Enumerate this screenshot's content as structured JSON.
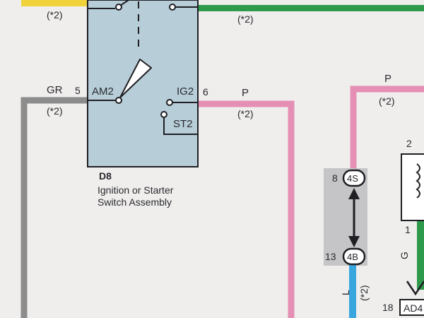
{
  "colors": {
    "paper": "#efeeec",
    "yellow_wire": "#f0d23a",
    "green_wire": "#2f9a4c",
    "gray_wire": "#8c8c8c",
    "pink_wire": "#e58fb4",
    "blue_wire": "#3aa6e0",
    "switch_fill": "#b7cdd8",
    "connector_fill": "#c5c5c7",
    "ink": "#2a2a30"
  },
  "notes": {
    "ref": "(*2)"
  },
  "switch": {
    "id": "D8",
    "name_line1": "Ignition or Starter",
    "name_line2": "Switch Assembly",
    "am2_label": "AM2",
    "ig2_label": "IG2",
    "st2_label": "ST2",
    "pin_am2": "5",
    "pin_ig2": "6"
  },
  "wires": {
    "gray_color": "GR",
    "pink_color_1": "P",
    "pink_color_2": "P",
    "blue_color": "L",
    "green_color": "G"
  },
  "connector": {
    "top_pin": "8",
    "top_code": "4S",
    "bottom_pin": "13",
    "bottom_code": "4B"
  },
  "relay": {
    "pin_top": "2",
    "pin_bottom": "1"
  },
  "terminal": {
    "pin": "18",
    "code": "AD4"
  },
  "icons": {
    "switch_arm": "pivot-arm",
    "double_arrow": "double-headed-arrow"
  }
}
